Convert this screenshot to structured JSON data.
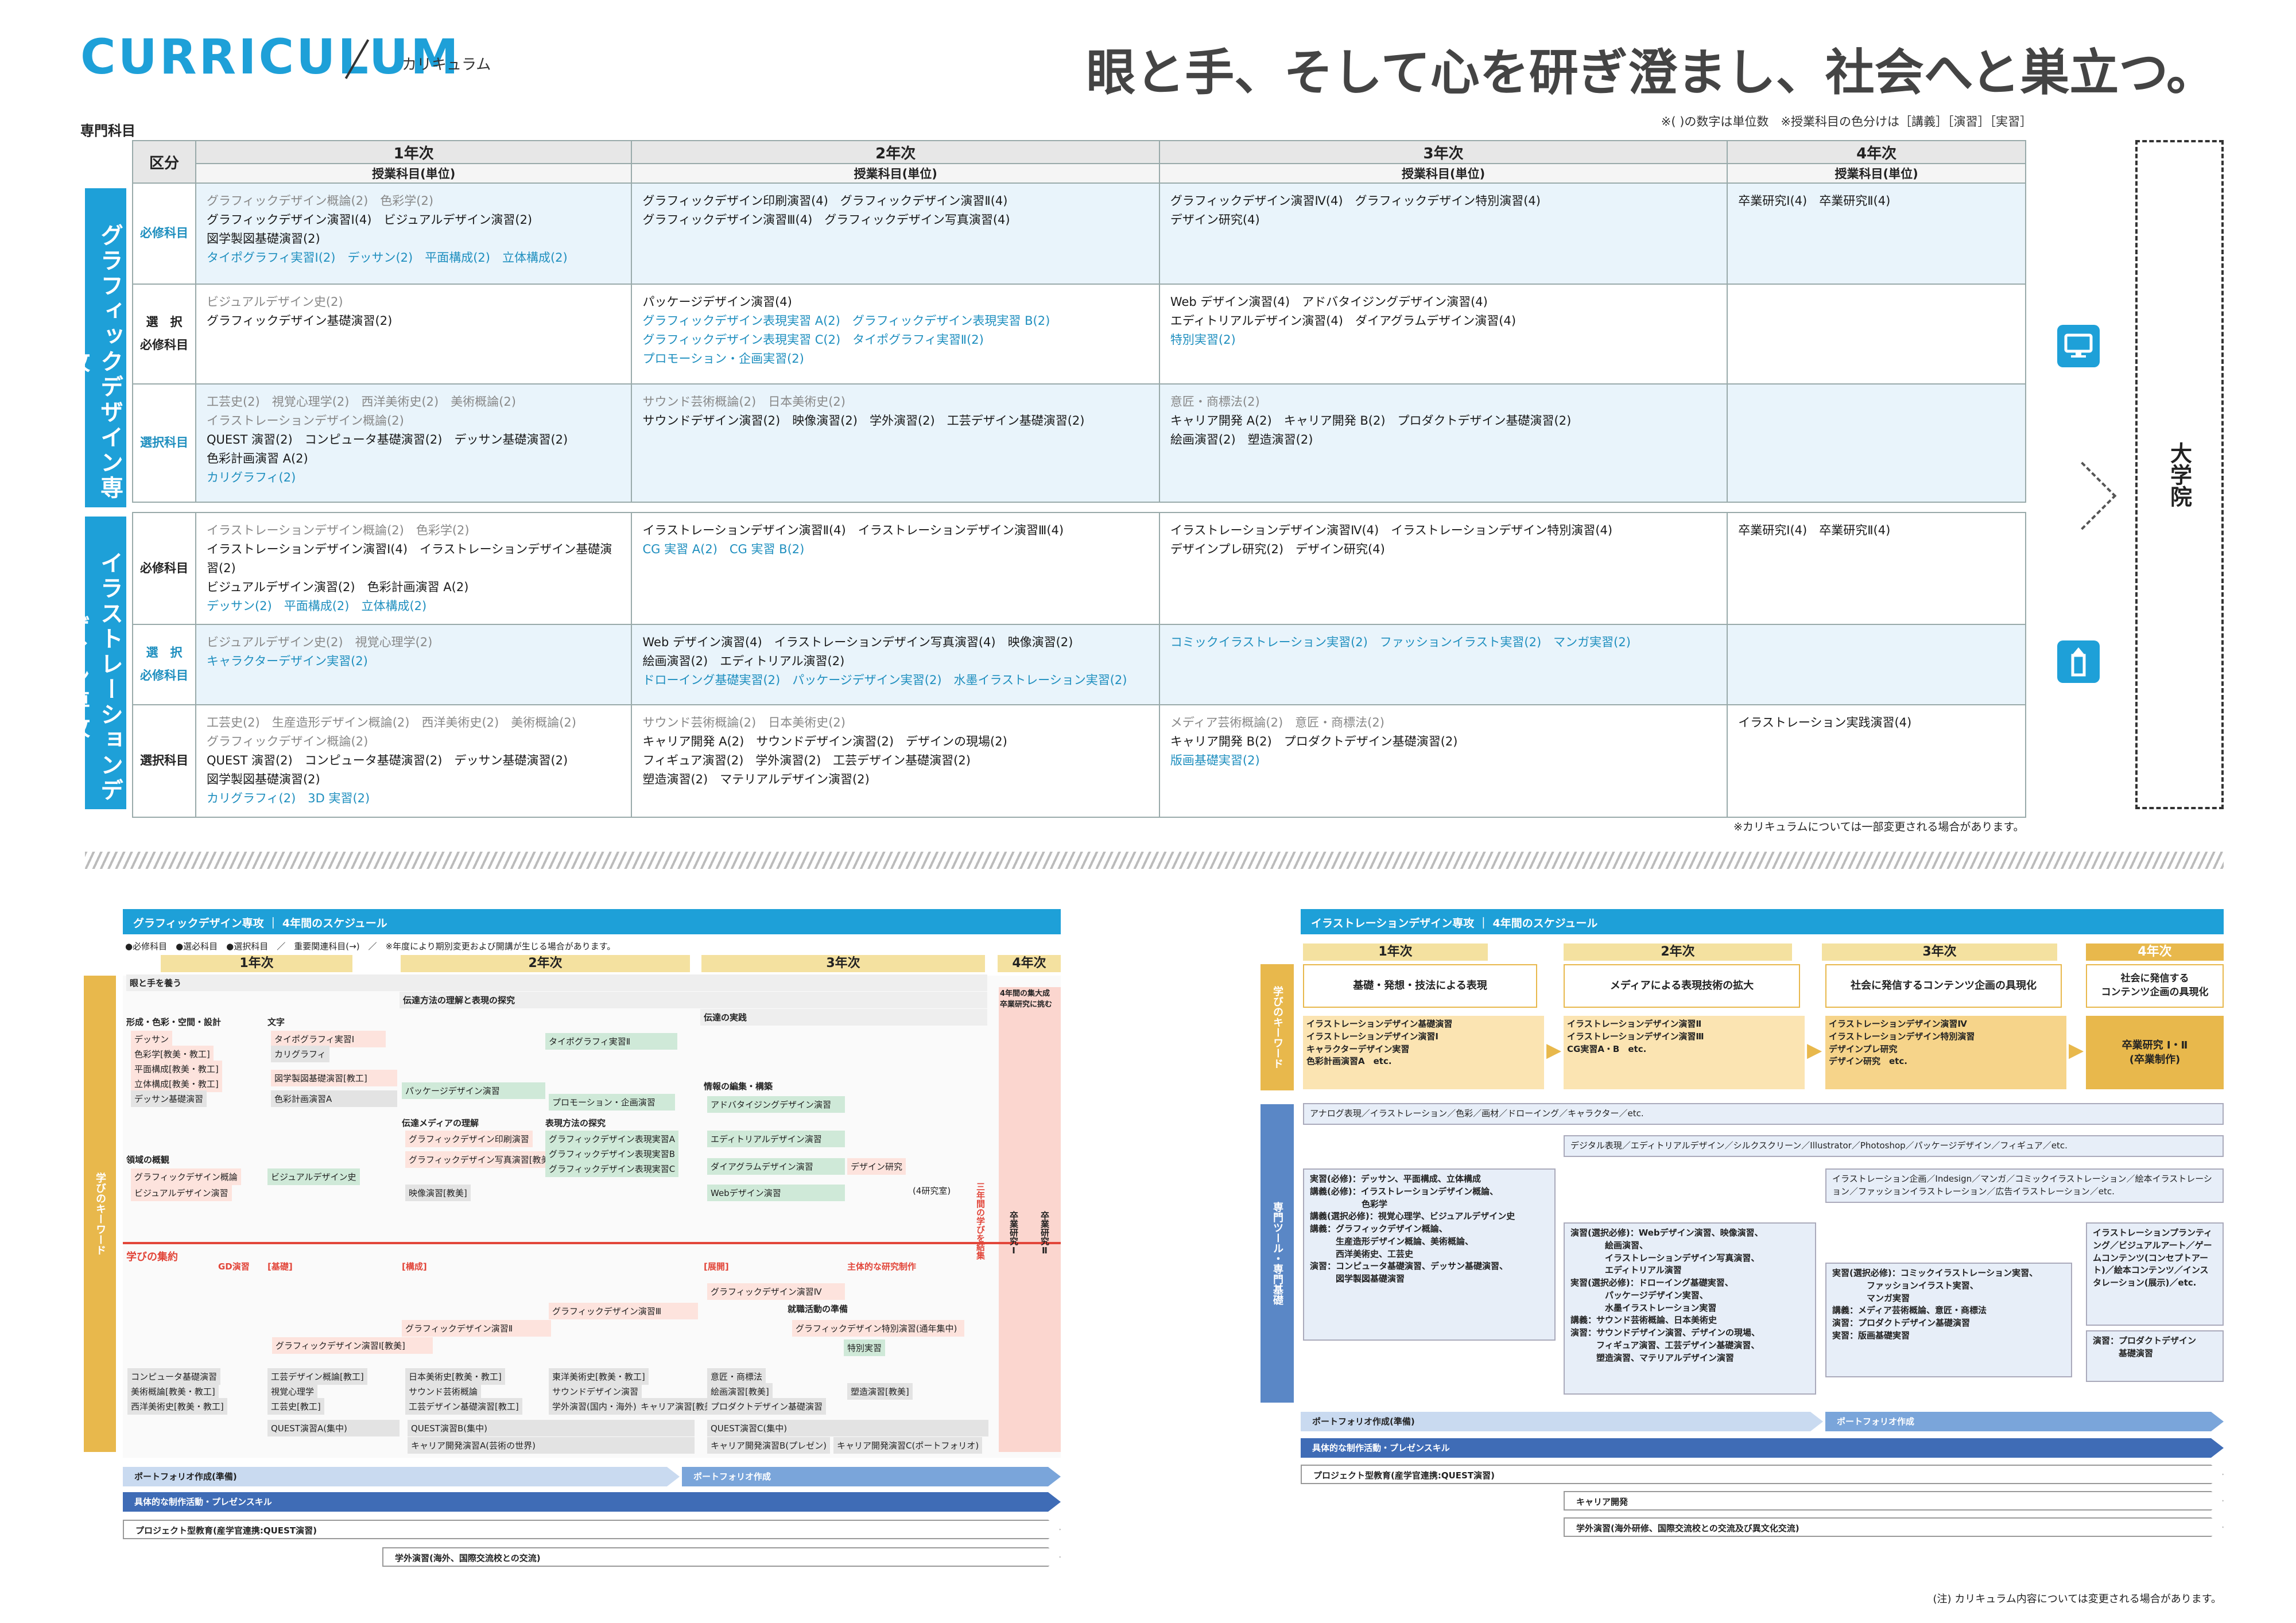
{
  "header": {
    "title": "CURRICULUM",
    "subtitle": "カリキュラム",
    "tagline": "眼と手、そして心を研ぎ澄まし、社会へと巣立つ。"
  },
  "section_label": "専門科目",
  "top_note": "※( )の数字は単位数　※授業科目の色分けは［講義］［演習］［実習］",
  "table": {
    "col_kubun": "区分",
    "years": [
      "1年次",
      "2年次",
      "3年次",
      "4年次"
    ],
    "sub_header": "授業科目(単位)",
    "groups": [
      {
        "name": "グラフィックデザイン専攻",
        "rows": [
          {
            "label": "必修科目",
            "cells": [
              [
                "グラフィックデザイン概論(2)　色彩学(2)",
                "グラフィックデザイン演習Ⅰ(4)　ビジュアルデザイン演習(2)",
                "図学製図基礎演習(2)",
                "タイポグラフィ実習Ⅰ(2)　デッサン(2)　平面構成(2)　立体構成(2)"
              ],
              [
                "グラフィックデザイン印刷演習(4)　グラフィックデザイン演習Ⅱ(4)",
                "グラフィックデザイン演習Ⅲ(4)　グラフィックデザイン写真演習(4)"
              ],
              [
                "グラフィックデザイン演習Ⅳ(4)　グラフィックデザイン特別演習(4)",
                "デザイン研究(4)"
              ],
              [
                "卒業研究Ⅰ(4)　卒業研究Ⅱ(4)"
              ]
            ]
          },
          {
            "label": "選　択\n必修科目",
            "cells": [
              [
                "ビジュアルデザイン史(2)",
                "グラフィックデザイン基礎演習(2)"
              ],
              [
                "パッケージデザイン演習(4)",
                "グラフィックデザイン表現実習 A(2)　グラフィックデザイン表現実習 B(2)",
                "グラフィックデザイン表現実習 C(2)　タイポグラフィ実習Ⅱ(2)",
                "プロモーション・企画実習(2)"
              ],
              [
                "Web デザイン演習(4)　アドバタイジングデザイン演習(4)",
                "エディトリアルデザイン演習(4)　ダイアグラムデザイン演習(4)",
                "特別実習(2)"
              ],
              []
            ]
          },
          {
            "label": "選択科目",
            "cells": [
              [
                "工芸史(2)　視覚心理学(2)　西洋美術史(2)　美術概論(2)",
                "イラストレーションデザイン概論(2)",
                "QUEST 演習(2)　コンピュータ基礎演習(2)　デッサン基礎演習(2)",
                "色彩計画演習 A(2)",
                "カリグラフィ(2)"
              ],
              [
                "サウンド芸術概論(2)　日本美術史(2)",
                "サウンドデザイン演習(2)　映像演習(2)　学外演習(2)　工芸デザイン基礎演習(2)"
              ],
              [
                "意匠・商標法(2)",
                "キャリア開発 A(2)　キャリア開発 B(2)　プロダクトデザイン基礎演習(2)",
                "絵画演習(2)　塑造演習(2)"
              ],
              []
            ]
          }
        ]
      },
      {
        "name": "イラストレーションデザイン専攻",
        "rows": [
          {
            "label": "必修科目",
            "cells": [
              [
                "イラストレーションデザイン概論(2)　色彩学(2)",
                "イラストレーションデザイン演習Ⅰ(4)　イラストレーションデザイン基礎演習(2)",
                "ビジュアルデザイン演習(2)　色彩計画演習 A(2)",
                "デッサン(2)　平面構成(2)　立体構成(2)"
              ],
              [
                "イラストレーションデザイン演習Ⅱ(4)　イラストレーションデザイン演習Ⅲ(4)",
                "CG 実習 A(2)　CG 実習 B(2)"
              ],
              [
                "イラストレーションデザイン演習Ⅳ(4)　イラストレーションデザイン特別演習(4)",
                "デザインプレ研究(2)　デザイン研究(4)"
              ],
              [
                "卒業研究Ⅰ(4)　卒業研究Ⅱ(4)"
              ]
            ]
          },
          {
            "label": "選　択\n必修科目",
            "cells": [
              [
                "ビジュアルデザイン史(2)　視覚心理学(2)",
                "キャラクターデザイン実習(2)"
              ],
              [
                "Web デザイン演習(4)　イラストレーションデザイン写真演習(4)　映像演習(2)",
                "絵画演習(2)　エディトリアル演習(2)",
                "ドローイング基礎実習(2)　パッケージデザイン実習(2)　水墨イラストレーション実習(2)"
              ],
              [
                "コミックイラストレーション実習(2)　ファッションイラスト実習(2)　マンガ実習(2)"
              ],
              []
            ]
          },
          {
            "label": "選択科目",
            "cells": [
              [
                "工芸史(2)　生産造形デザイン概論(2)　西洋美術史(2)　美術概論(2)",
                "グラフィックデザイン概論(2)",
                "QUEST 演習(2)　コンピュータ基礎演習(2)　デッサン基礎演習(2)",
                "図学製図基礎演習(2)",
                "カリグラフィ(2)　3D 実習(2)"
              ],
              [
                "サウンド芸術概論(2)　日本美術史(2)",
                "キャリア開発 A(2)　サウンドデザイン演習(2)　デザインの現場(2)",
                "フィギュア演習(2)　学外演習(2)　工芸デザイン基礎演習(2)",
                "塑造演習(2)　マテリアルデザイン演習(2)"
              ],
              [
                "メディア芸術概論(2)　意匠・商標法(2)",
                "キャリア開発 B(2)　プロダクトデザイン基礎演習(2)",
                "版画基礎実習(2)"
              ],
              [
                "イラストレーション実践演習(4)"
              ]
            ]
          }
        ]
      }
    ]
  },
  "graduate": "大学院",
  "table_note": "※カリキュラムについては一部変更される場合があります。",
  "left_panel": {
    "title": "グラフィックデザイン専攻 ｜ 4年間のスケジュール",
    "legend": "●必修科目　●選必科目　●選択科目　／　重要関連科目(→)　／　※年度により期別変更および開講が生じる場合があります。",
    "years": [
      "1年次",
      "2年次",
      "3年次",
      "4年次"
    ],
    "side_label": "学びのキーワード",
    "items": {
      "eye_hand": "眼と手を養う",
      "convey": "伝達方法の理解と表現の探究",
      "practice": "伝達の実践",
      "y4_note": "4年間の集大成\n卒業研究に挑む",
      "form": "形成・色彩・空間・設計",
      "moji": "文字",
      "dessin": "デッサン",
      "color": "色彩学[教美・教工]",
      "plane": "平面構成[教美・教工]",
      "solid": "立体構成[教美・教工]",
      "dessin_base": "デッサン基礎演習",
      "typo1": "タイポグラフィ実習Ⅰ",
      "typo2": "タイポグラフィ実習Ⅱ",
      "calli": "カリグラフィ",
      "zugaku": "図学製図基礎演習[教工]",
      "color_plan": "色彩計画演習A",
      "package": "パッケージデザイン演習",
      "promo": "プロモーション・企画演習",
      "info": "情報の編集・構築",
      "adv": "アドバタイジングデザイン演習",
      "media": "伝達メディアの理解",
      "expr": "表現方法の探究",
      "print": "グラフィックデザイン印刷演習",
      "photo": "グラフィックデザイン写真演習[教美]",
      "exprA": "グラフィックデザイン表現実習A",
      "exprB": "グラフィックデザイン表現実習B",
      "exprC": "グラフィックデザイン表現実習C",
      "edit": "エディトリアルデザイン演習",
      "diagram": "ダイアグラムデザイン演習",
      "design_res": "デザイン研究",
      "domain": "領域の概観",
      "gd_intro": "グラフィックデザイン概論",
      "vd_hist": "ビジュアルデザイン史",
      "vd_ex": "ビジュアルデザイン演習",
      "video": "映像演習[教美]",
      "web": "Webデザイン演習",
      "res4": "(4研究室)",
      "summary": "学びの集約",
      "gd": "GD演習",
      "basic": "[基礎]",
      "compose": "[構成]",
      "develop": "[展開]",
      "indep": "主体的な研究制作",
      "three_year": "三年間の学びを結集",
      "grad1": "卒業研究Ⅰ",
      "grad2": "卒業研究Ⅱ",
      "gd1": "グラフィックデザイン演習Ⅰ[教美]",
      "gd2": "グラフィックデザイン演習Ⅱ",
      "gd3": "グラフィックデザイン演習Ⅲ",
      "gd4": "グラフィックデザイン演習Ⅳ",
      "job": "就職活動の準備",
      "gd_sp": "グラフィックデザイン特別演習(通年集中)",
      "special": "特別実習",
      "comp_base": "コンピュータ基礎演習",
      "art_intro": "美術概論[教美・教工]",
      "west": "西洋美術史[教美・教工]",
      "craft_intro": "工芸デザイン概論[教工]",
      "visual_psy": "視覚心理学",
      "craft_hist": "工芸史[教工]",
      "jp_art": "日本美術史[教美・教工]",
      "sound_intro": "サウンド芸術概論",
      "craft_base": "工芸デザイン基礎演習[教工]",
      "east": "東洋美術史[教美・教工]",
      "sound_ex": "サウンドデザイン演習",
      "outside": "学外演習(国内・海外)",
      "career_ex": "キャリア演習[教美]",
      "design_law": "意匠・商標法",
      "painting": "絵画演習[教美]",
      "sculpt": "塑造演習[教美]",
      "product": "プロダクトデザイン基礎演習",
      "questA": "QUEST演習A(集中)",
      "questB": "QUEST演習B(集中)",
      "questC": "QUEST演習C(集中)",
      "careerA": "キャリア開発演習A(芸術の世界)",
      "careerB": "キャリア開発演習B(プレゼン)",
      "careerC": "キャリア開発演習C(ポートフォリオ)"
    },
    "bars": [
      "ポートフォリオ作成(準備)",
      "ポートフォリオ作成",
      "具体的な制作活動・プレゼンスキル",
      "プロジェクト型教育(産学官連携:QUEST演習)",
      "学外演習(海外、国際交流校との交流)"
    ]
  },
  "right_panel": {
    "title": "イラストレーションデザイン専攻 ｜ 4年間のスケジュール",
    "years": [
      "1年次",
      "2年次",
      "3年次",
      "4年次"
    ],
    "side1": "学びのキーワード",
    "side2": "専門ツール・専門基礎",
    "keywords": [
      "基礎・発想・技法による表現",
      "メディアによる表現技術の拡大",
      "社会に発信するコンテンツ企画の具現化",
      "社会に発信する\nコンテンツ企画の具現化"
    ],
    "kw_details": [
      "イラストレーションデザイン基礎演習\nイラストレーションデザイン演習Ⅰ\nキャラクターデザイン実習\n色彩計画演習A　etc.",
      "イラストレーションデザイン演習Ⅱ\nイラストレーションデザイン演習Ⅲ\nCG実習A・B　etc.",
      "イラストレーションデザイン演習Ⅳ\nイラストレーションデザイン特別演習\nデザインプレ研究\nデザイン研究　etc.",
      "卒業研究 Ⅰ・Ⅱ\n(卒業制作)"
    ],
    "tools": [
      "アナログ表現／イラストレーション／色彩／画材／ドローイング／キャラクター／etc.",
      "デジタル表現／エディトリアルデザイン／シルクスクリーン／Illustrator／Photoshop／パッケージデザイン／フィギュア／etc.",
      "イラストレーション企画／Indesign／マンガ／コミックイラストレーション／絵本イラストレーション／ファッションイラストレーション／広告イラストレーション／etc."
    ],
    "y1": "実習(必修)：デッサン、平面構成、立体構成\n講義(必修)：イラストレーションデザイン概論、\n　　　　　　色彩学\n講義(選択必修)：視覚心理学、ビジュアルデザイン史\n講義：グラフィックデザイン概論、\n　　　生産造形デザイン概論、美術概論、\n　　　西洋美術史、工芸史\n演習：コンピュータ基礎演習、デッサン基礎演習、\n　　　図学製図基礎演習",
    "y2": "演習(選択必修)：Webデザイン演習、映像演習、\n　　　　絵画演習、\n　　　　イラストレーションデザイン写真演習、\n　　　　エディトリアル演習\n実習(選択必修)：ドローイング基礎実習、\n　　　　パッケージデザイン実習、\n　　　　水墨イラストレーション実習\n講義：サウンド芸術概論、日本美術史\n演習：サウンドデザイン演習、デザインの現場、\n　　　フィギュア演習、工芸デザイン基礎演習、\n　　　塑造演習、マテリアルデザイン演習",
    "y3": "実習(選択必修)：コミックイラストレーション実習、\n　　　　ファッションイラスト実習、\n　　　　マンガ実習\n講義：メディア芸術概論、意匠・商標法\n演習：プロダクトデザイン基礎演習\n実習：版画基礎実習",
    "y4a": "イラストレーションプランティング／ビジュアルアート／ゲームコンテンツ(コンセプトアート)／絵本コンテンツ／インスタレーション(展示)／etc.",
    "y4b": "演習：プロダクトデザイン\n　　　基礎演習",
    "bars": [
      "ポートフォリオ作成(準備)",
      "ポートフォリオ作成",
      "具体的な制作活動・プレゼンスキル",
      "プロジェクト型教育(産学官連携:QUEST演習)",
      "キャリア開発",
      "学外演習(海外研修、国際交流校との交流及び異文化交流)"
    ]
  },
  "footnote": "(注) カリキュラム内容については変更される場合があります。"
}
